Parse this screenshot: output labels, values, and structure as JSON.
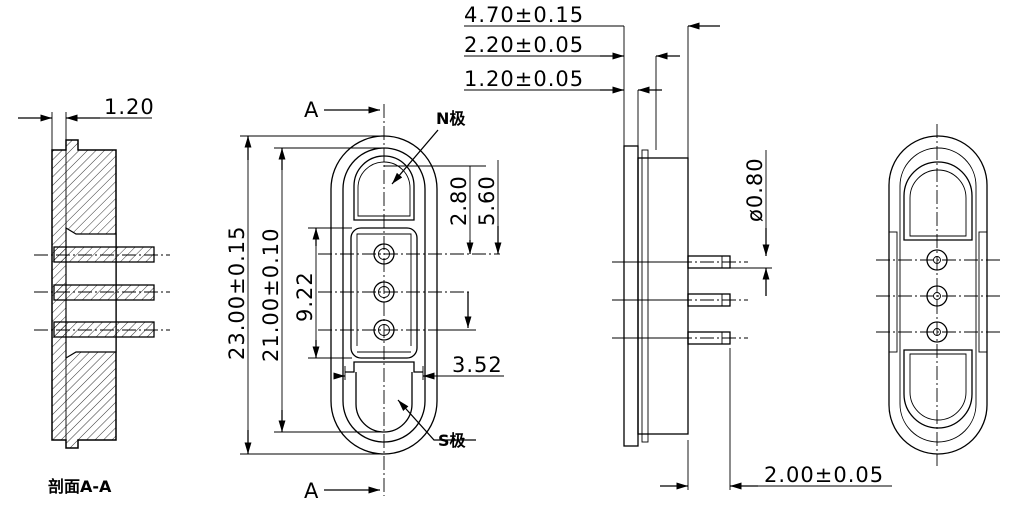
{
  "section_view": {
    "title": "剖面A-A",
    "dim_thickness": "1.20"
  },
  "front_view": {
    "section_mark_top": "A",
    "section_mark_bottom": "A",
    "n_pole_label": "N极",
    "s_pole_label": "S极",
    "dim_total_length": "23.00±0.15",
    "dim_inner_length": "21.00±0.10",
    "dim_pin_span": "9.22",
    "dim_n_offset": "2.80",
    "dim_n_depth": "5.60",
    "dim_rib_width": "3.52"
  },
  "side_view": {
    "dim_pin_length": "4.70±0.15",
    "dim_body_thickness": "2.20±0.05",
    "dim_flange_thickness": "1.20±0.05",
    "dim_pin_diameter": "ø0.80",
    "dim_pin_pitch": "2.00±0.05"
  },
  "colors": {
    "line": "#000000",
    "background": "#ffffff"
  }
}
